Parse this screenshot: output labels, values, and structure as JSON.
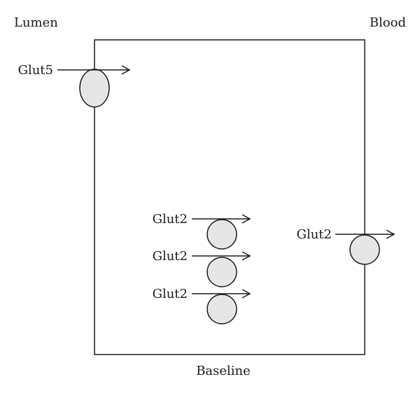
{
  "labels": {
    "left_side": "Lumen",
    "right_side": "Blood",
    "caption": "Baseline"
  },
  "transporters": {
    "apical": {
      "label": "Glut5"
    },
    "cytoplasmic": [
      {
        "label": "Glut2"
      },
      {
        "label": "Glut2"
      },
      {
        "label": "Glut2"
      }
    ],
    "basolateral": {
      "label": "Glut2"
    }
  },
  "colors": {
    "stroke": "#1a1a1a",
    "transporter_fill": "#e6e6e6",
    "background": "#ffffff"
  }
}
